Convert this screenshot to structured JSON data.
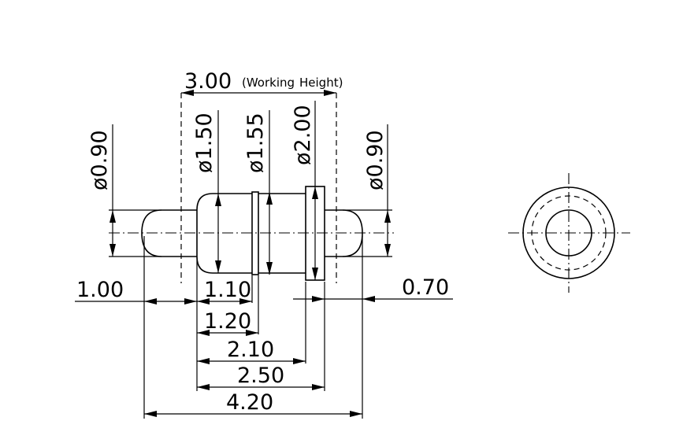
{
  "dimensions": {
    "working_height_value": "3.00",
    "working_height_note_a": "(Working",
    "working_height_note_b": "Height)",
    "dia_left": "ø0.90",
    "dia_150": "ø1.50",
    "dia_155": "ø1.55",
    "dia_200": "ø2.00",
    "dia_right": "ø0.90",
    "len_100": "1.00",
    "len_070": "0.70",
    "len_110": "1.10",
    "len_120": "1.20",
    "len_210": "2.10",
    "len_250": "2.50",
    "len_420": "4.20"
  }
}
